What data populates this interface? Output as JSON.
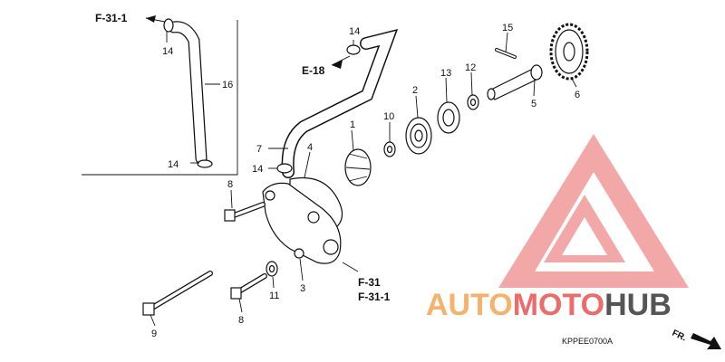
{
  "references": {
    "f31_1_top": "F-31-1",
    "e18": "E-18",
    "f31": "F-31",
    "f31_1_bottom": "F-31-1"
  },
  "callouts": [
    {
      "id": "c14a",
      "text": "14"
    },
    {
      "id": "c16",
      "text": "16"
    },
    {
      "id": "c14b",
      "text": "14"
    },
    {
      "id": "c14c",
      "text": "14"
    },
    {
      "id": "c7",
      "text": "7"
    },
    {
      "id": "c14d",
      "text": "14"
    },
    {
      "id": "c4",
      "text": "4"
    },
    {
      "id": "c1",
      "text": "1"
    },
    {
      "id": "c10",
      "text": "10"
    },
    {
      "id": "c2",
      "text": "2"
    },
    {
      "id": "c13",
      "text": "13"
    },
    {
      "id": "c12",
      "text": "12"
    },
    {
      "id": "c15",
      "text": "15"
    },
    {
      "id": "c5",
      "text": "5"
    },
    {
      "id": "c6",
      "text": "6"
    },
    {
      "id": "c8a",
      "text": "8"
    },
    {
      "id": "c3",
      "text": "3"
    },
    {
      "id": "c11",
      "text": "11"
    },
    {
      "id": "c8b",
      "text": "8"
    },
    {
      "id": "c9",
      "text": "9"
    }
  ],
  "diagram_code": "KPPEE0700A",
  "direction_label": "FR.",
  "watermark": {
    "part1": "AUTO",
    "part2": "MOTO",
    "part3": "HUB",
    "color_orange": "#f6b26b",
    "color_red": "#ec6b6b",
    "color_gray": "#555555"
  }
}
